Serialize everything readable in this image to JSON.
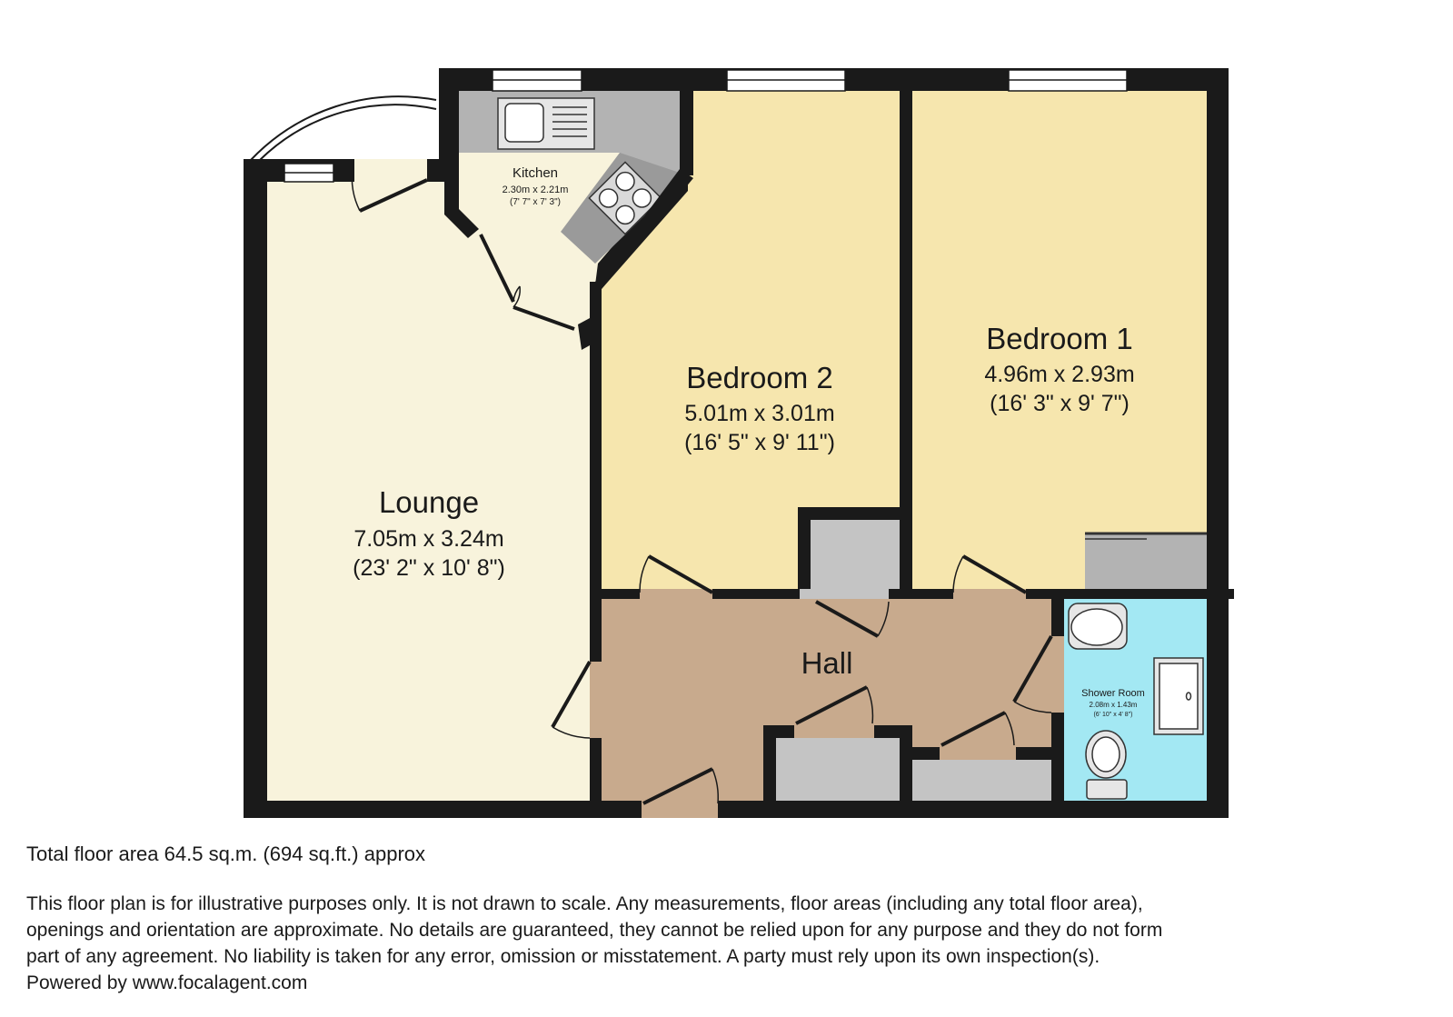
{
  "plan": {
    "colors": {
      "wall": "#1a1a1a",
      "lounge": "#f8f3dc",
      "kitchen": "#f8f3dc",
      "bedroom": "#f6e6ae",
      "hall": "#c8aa8d",
      "shower_room": "#a3e8f3",
      "storage": "#c4c4c4",
      "window": "#ffffff"
    },
    "rooms": {
      "lounge": {
        "name": "Lounge",
        "metric": "7.05m x 3.24m",
        "imperial": "(23' 2\" x 10' 8\")"
      },
      "kitchen": {
        "name": "Kitchen",
        "metric": "2.30m x 2.21m",
        "imperial": "(7' 7\" x 7' 3\")"
      },
      "bedroom2": {
        "name": "Bedroom 2",
        "metric": "5.01m x 3.01m",
        "imperial": "(16' 5\" x 9' 11\")"
      },
      "bedroom1": {
        "name": "Bedroom 1",
        "metric": "4.96m x 2.93m",
        "imperial": "(16' 3\" x 9' 7\")"
      },
      "hall": {
        "name": "Hall"
      },
      "shower_room": {
        "name": "Shower Room",
        "metric": "2.08m x 1.43m",
        "imperial": "(6' 10\" x 4' 8\")"
      }
    }
  },
  "footer": {
    "total_area": "Total floor area 64.5 sq.m. (694 sq.ft.) approx",
    "disclaimer_lines": [
      "This floor plan is for illustrative purposes only. It is not drawn to scale. Any measurements, floor areas (including any total floor area),",
      "openings and orientation are approximate. No details are guaranteed, they cannot be relied upon for any purpose and they do not form",
      "part of any agreement. No liability is taken for any error, omission or misstatement. A party must rely upon its own inspection(s).",
      "Powered by www.focalagent.com"
    ]
  }
}
